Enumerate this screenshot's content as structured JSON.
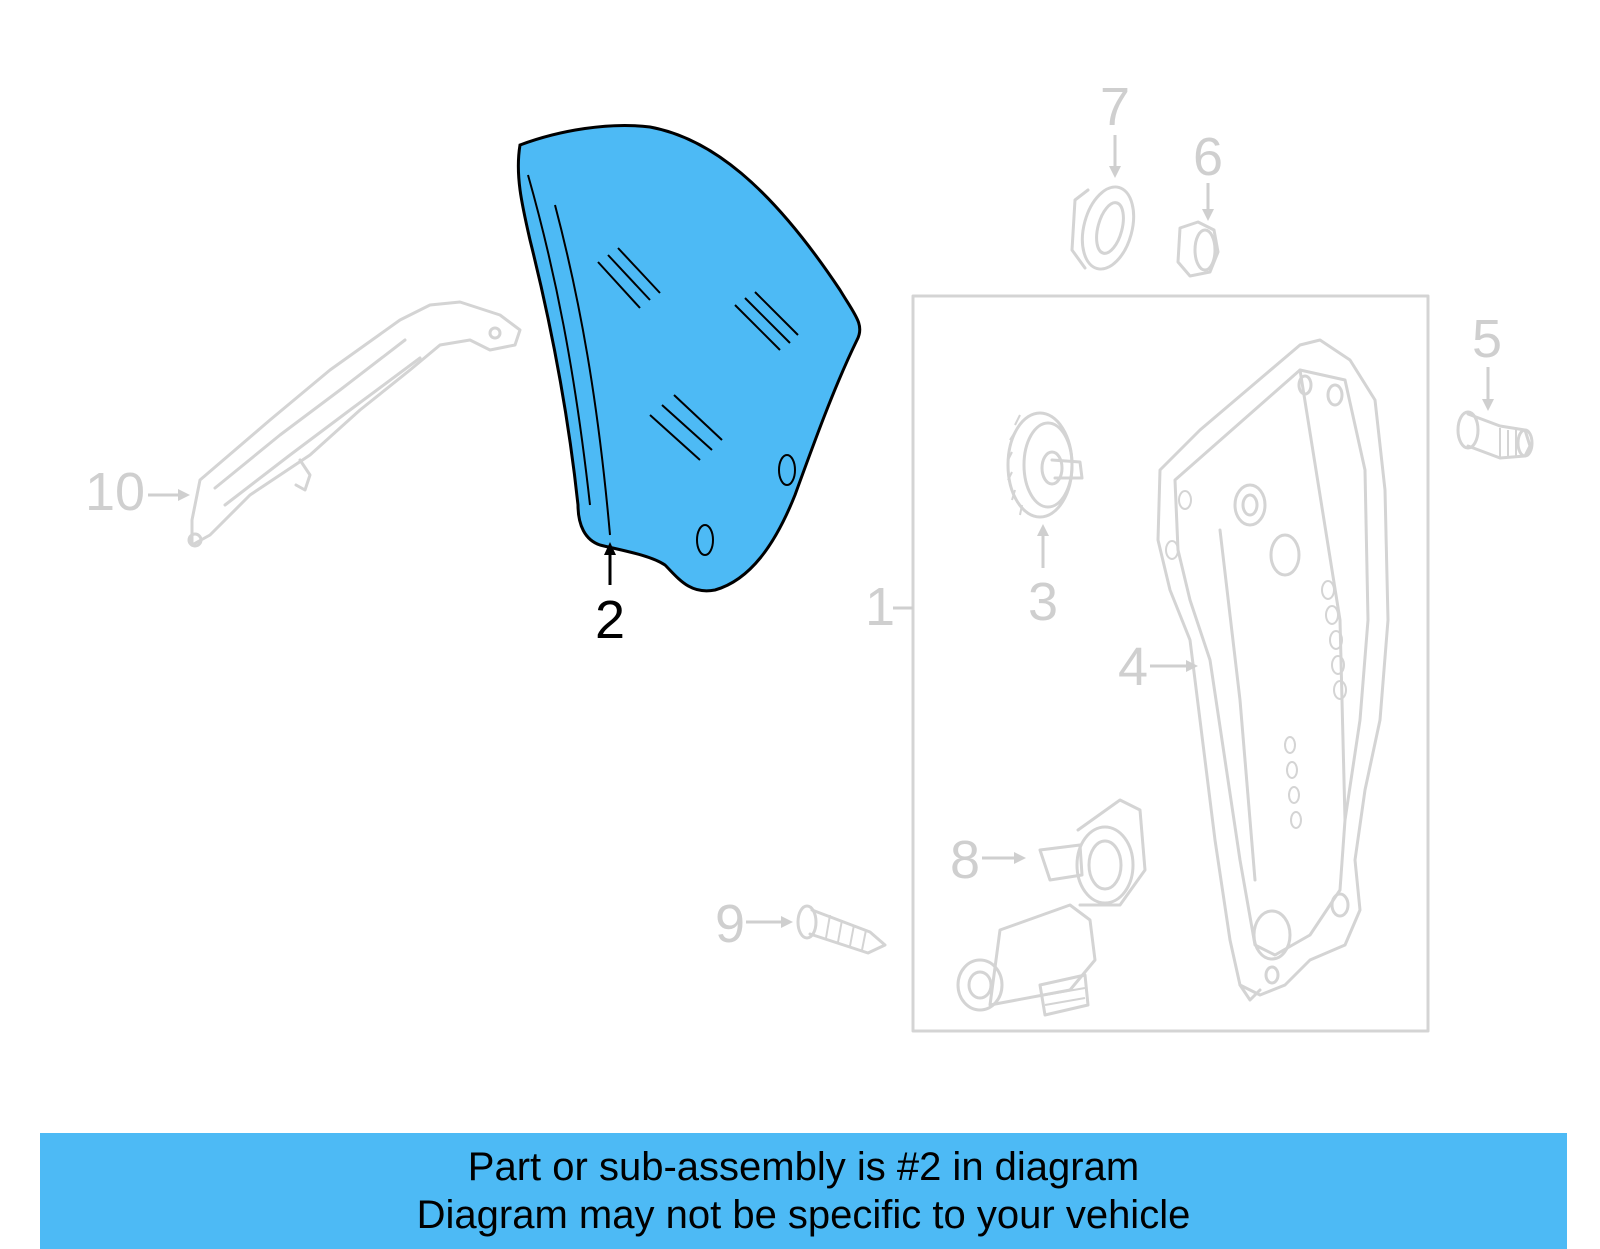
{
  "callouts": {
    "c1": "1",
    "c2": "2",
    "c3": "3",
    "c4": "4",
    "c5": "5",
    "c6": "6",
    "c7": "7",
    "c8": "8",
    "c9": "9",
    "c10": "10"
  },
  "highlighted_part": "2",
  "colors": {
    "highlight": "#4dbaf5",
    "ghost_parts": "#d4d4d4",
    "banner": "#4dbaf5"
  },
  "banner": {
    "line1": "Part or sub-assembly is #2 in diagram",
    "line2": "Diagram may not be specific to your vehicle"
  }
}
